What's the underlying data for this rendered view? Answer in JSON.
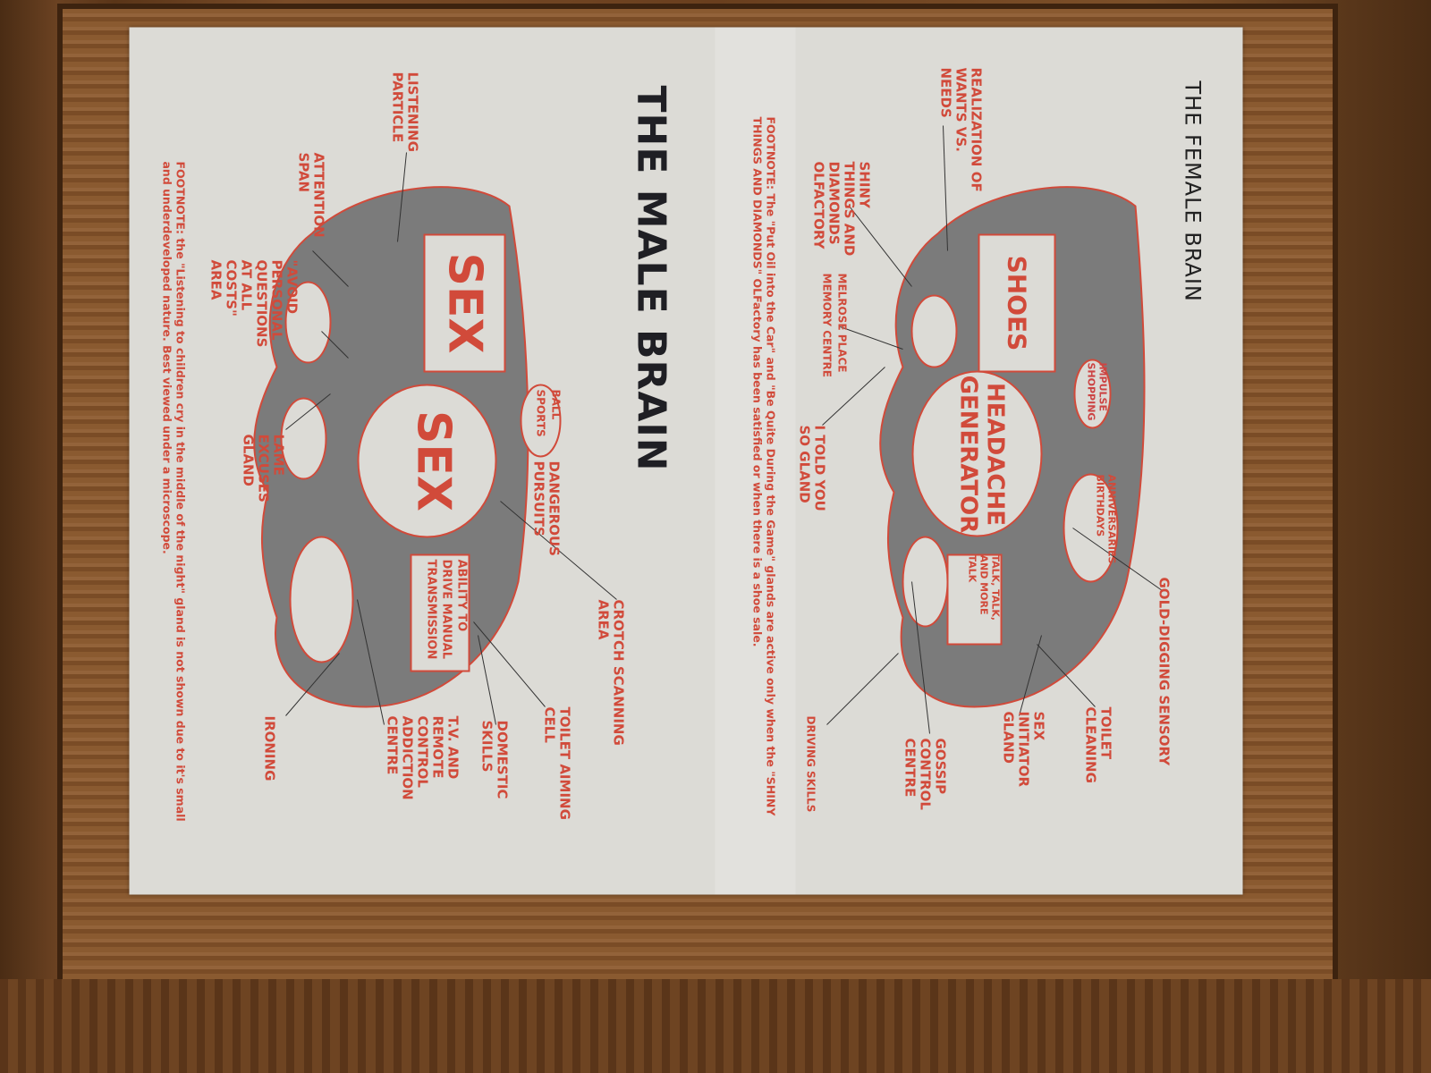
{
  "female": {
    "title": "THE FEMALE BRAIN",
    "box": "SHOES",
    "circle": "HEADACHE GENERATOR",
    "labels": {
      "realization": "REALIZATION OF WANTS VS. NEEDS",
      "shiny": "SHINY THINGS AND DIAMONDS OLFACTORY",
      "melrose": "MELROSE PLACE MEMORY CENTRE",
      "told": "I TOLD YOU SO GLAND",
      "driving": "DRIVING SKILLS",
      "gossip": "GOSSIP CONTROL CENTRE",
      "sexinit": "SEX INITIATOR GLAND",
      "toilet": "TOILET CLEANING",
      "gold": "GOLD-DIGGING SENSORY",
      "impulse": "IMPULSE SHOPPING",
      "anniv": "ANNIVERSARIES BIRTHDAYS",
      "talk": "TALK, TALK, AND MORE TALK"
    },
    "footnote": "FOOTNOTE: The \"Put Oil into the Car\" and \"Be Quite During the Game\" glands are active only when the \"SHINY THINGS AND DIAMONDS\" OLFactory has been satisfied or when there is a shoe sale."
  },
  "male": {
    "title": "THE MALE BRAIN",
    "box": "SEX",
    "circle": "SEX",
    "labels": {
      "listening": "LISTENING PARTICLE",
      "attention": "ATTENTION SPAN",
      "avoid": "\"AVOID PERSONAL QUESTIONS AT ALL COSTS\" AREA",
      "lame": "LAME EXCUSES GLAND",
      "ironing": "IRONING",
      "tv": "T.V. AND REMOTE CONTROL ADDICTION CENTRE",
      "domestic": "DOMESTIC SKILLS",
      "toilet": "TOILET AIMING CELL",
      "crotch": "CROTCH SCANNING AREA",
      "ball": "BALL SPORTS",
      "dangerous": "DANGEROUS PURSUITS",
      "ability": "ABILITY TO DRIVE MANUAL TRANSMISSION"
    },
    "footnote": "FOOTNOTE: the \"Listening to children cry in the middle of the night\" gland is not shown due to it's small and underdeveloped nature.  Best viewed under a microscope."
  }
}
